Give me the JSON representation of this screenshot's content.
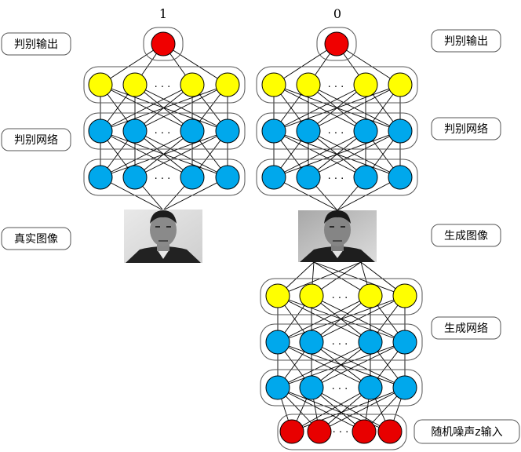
{
  "labels": {
    "real_output_value": "1",
    "fake_output_value": "0",
    "disc_output_left": "判别输出",
    "disc_output_right": "判别输出",
    "disc_network_left": "判别网络",
    "disc_network_right": "判别网络",
    "real_image": "真实图像",
    "generated_image": "生成图像",
    "gen_network": "生成网络",
    "noise_input": "随机噪声z输入"
  },
  "ellipsis": "· · ·",
  "colors": {
    "output_node": "#f00000",
    "top_hidden_node": "#ffff00",
    "hidden_node": "#00a8ec",
    "noise_node": "#e80000",
    "node_stroke": "#000000",
    "box_stroke": "#555555"
  },
  "photos": [
    {
      "id": "real-face-photo",
      "description_icon": "face-photo-icon"
    },
    {
      "id": "generated-face-photo",
      "description_icon": "face-photo-icon"
    }
  ]
}
